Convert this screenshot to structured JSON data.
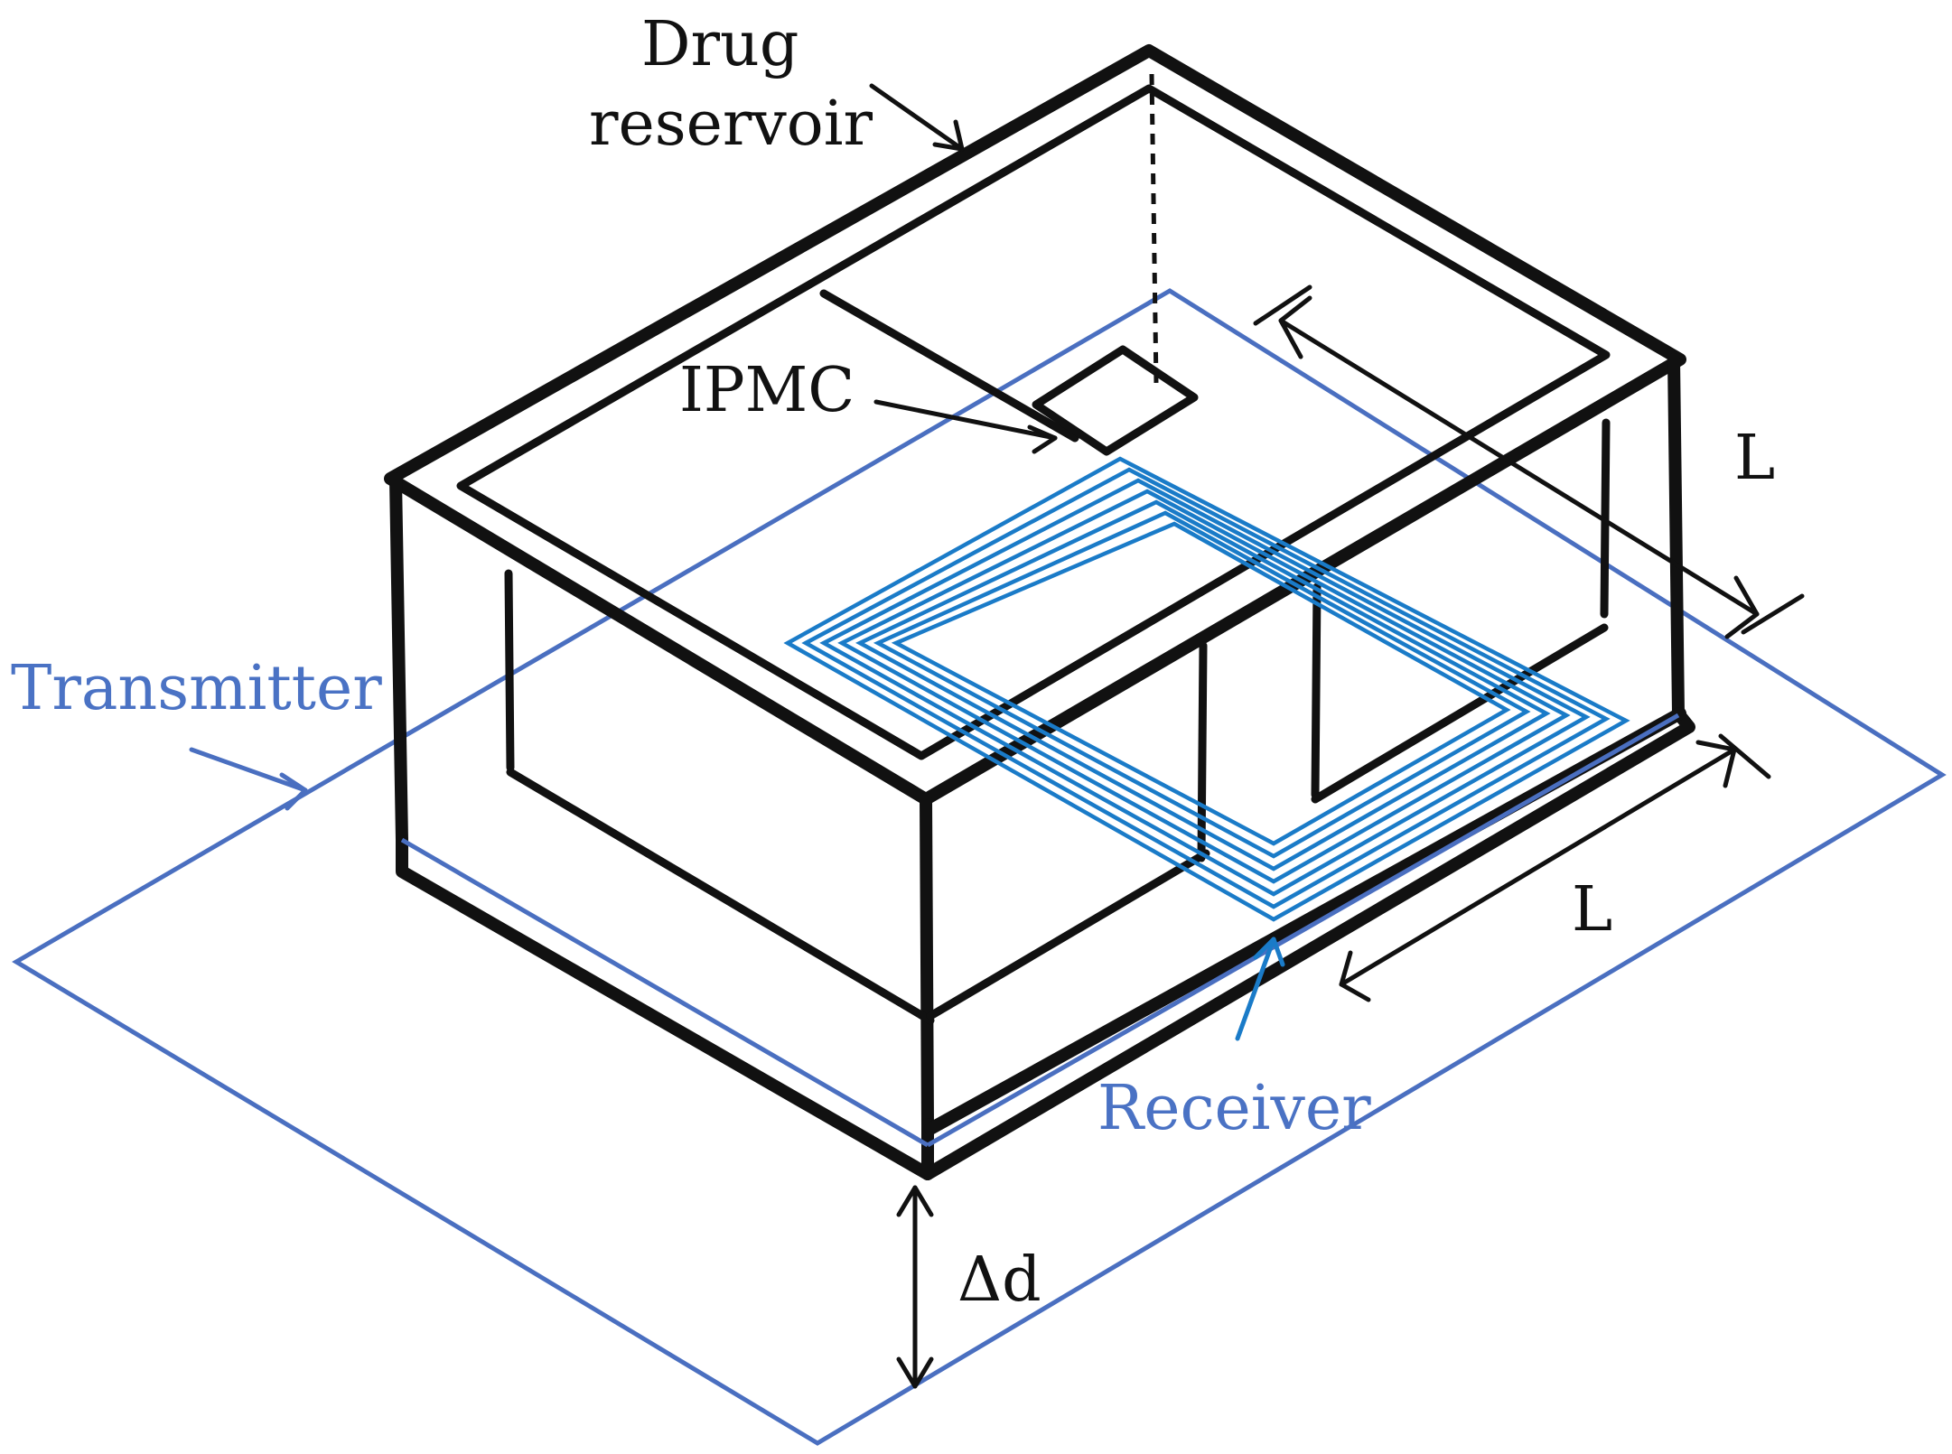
{
  "labels": {
    "drug_reservoir_line1": "Drug",
    "drug_reservoir_line2": "reservoir",
    "ipmc": "IPMC",
    "length_top": "L",
    "length_front": "L",
    "transmitter": "Transmitter",
    "receiver": "Receiver",
    "gap": "Δd"
  },
  "colors": {
    "transmitter": "#4a6fc0",
    "receiver_coil": "#1a7bc8",
    "outline": "#111111"
  }
}
